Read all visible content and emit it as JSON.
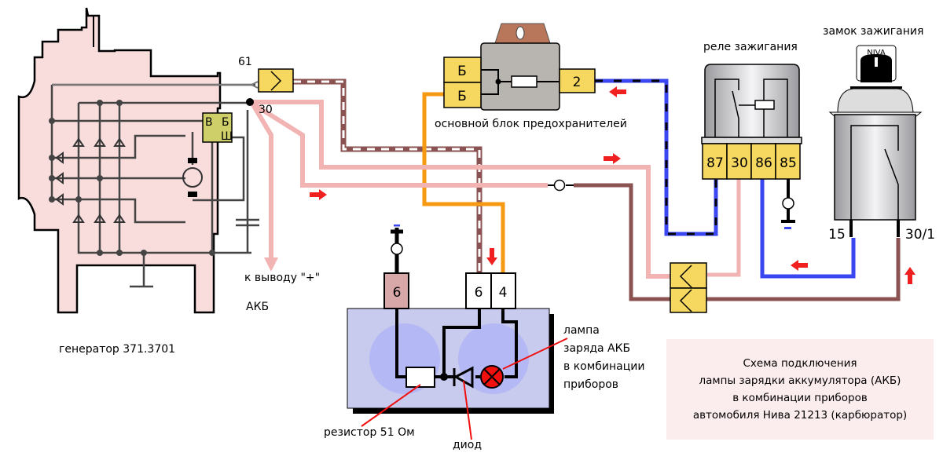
{
  "labels": {
    "generator": "генератор 371.3701",
    "to_battery_line1": "к выводу \"+\"",
    "to_battery_line2": "АКБ",
    "fuse_block": "основной блок предохранителей",
    "ignition_relay": "реле зажигания",
    "ignition_switch": "замок зажигания",
    "switch_brand": "NIVA",
    "lamp_line1": "лампа",
    "lamp_line2": "заряда АКБ",
    "lamp_line3": "в комбинации",
    "lamp_line4": "приборов",
    "resistor": "резистор 51 Ом",
    "diode": "диод",
    "minus": "–"
  },
  "terminals": {
    "gen_61": "61",
    "gen_30": "30",
    "reg_v": "В",
    "reg_b": "Б",
    "reg_sh": "Ш",
    "fuse_b1": "Б",
    "fuse_b2": "Б",
    "fuse_2": "2",
    "relay": [
      "87",
      "30",
      "86",
      "85"
    ],
    "switch_15": "15",
    "switch_30_1": "30/1",
    "panel_6a": "6",
    "panel_6b": "6",
    "panel_4": "4"
  },
  "info": {
    "lines": [
      "Схема подключения",
      "лампы зарядки аккумулятора (АКБ)",
      "в комбинации приборов",
      "автомобиля Нива 21213 (карбюратор)"
    ]
  },
  "colors": {
    "wire_pink": "#f2b3b3",
    "wire_brown": "#8b5252",
    "wire_orange": "#f59a12",
    "wire_blue": "#3a46f0",
    "connector_yellow": "#f6d860",
    "arrow_red": "#f02020",
    "generator_fill": "#f9dcdc",
    "panel_fill": "#c8cbee"
  }
}
